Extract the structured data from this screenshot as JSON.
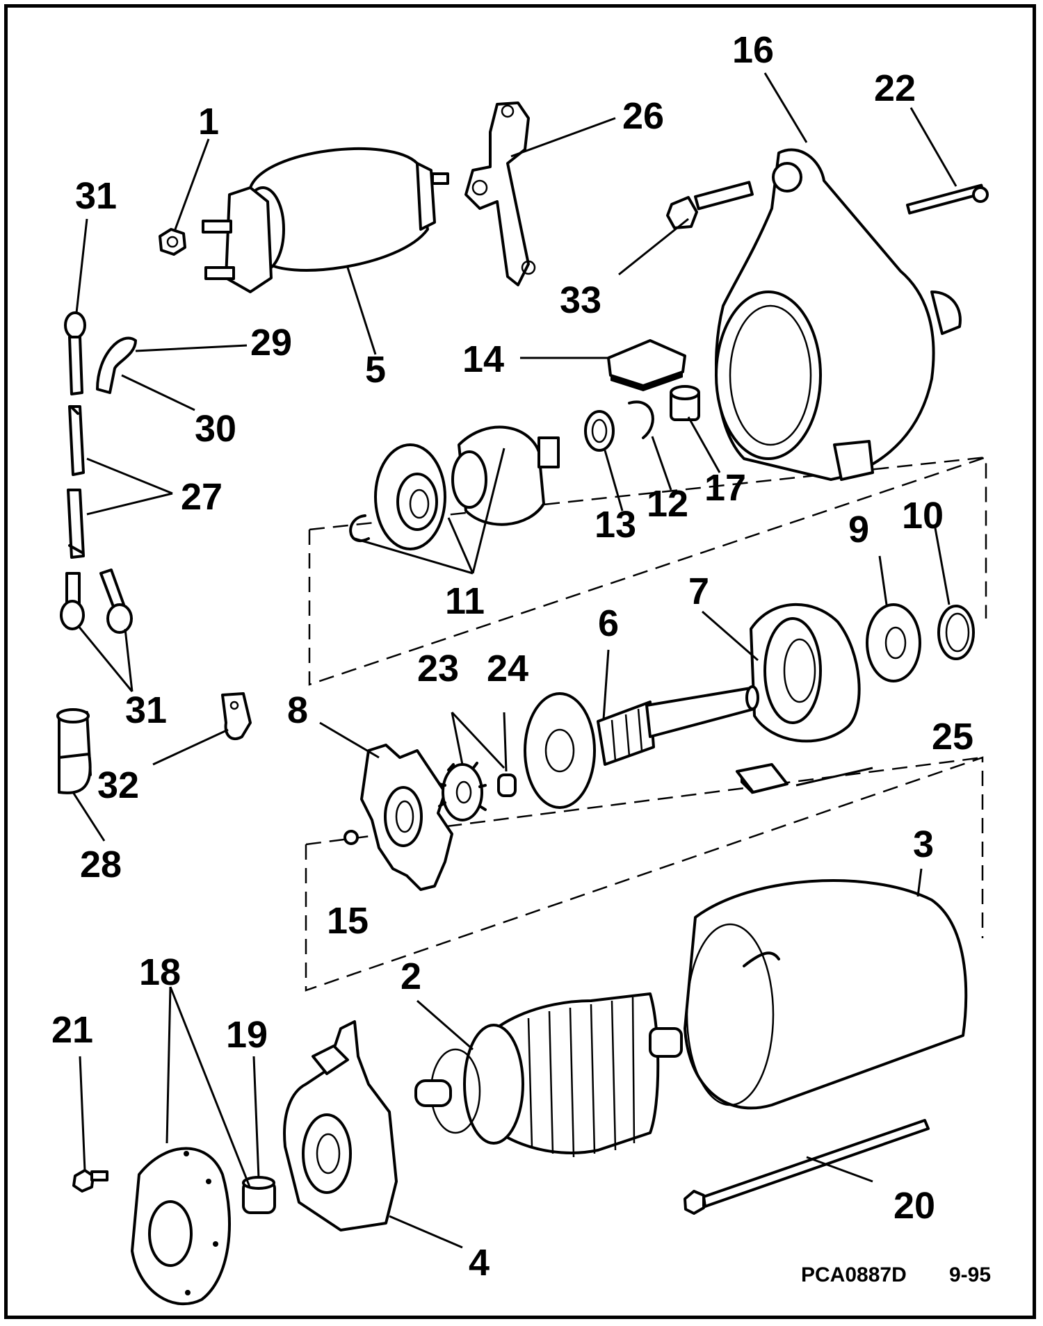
{
  "diagram": {
    "callouts": [
      "1",
      "2",
      "3",
      "4",
      "5",
      "6",
      "7",
      "8",
      "9",
      "10",
      "11",
      "12",
      "13",
      "14",
      "15",
      "16",
      "17",
      "18",
      "19",
      "20",
      "21",
      "22",
      "23",
      "24",
      "25",
      "26",
      "27",
      "28",
      "29",
      "30",
      "31",
      "31",
      "32",
      "33"
    ],
    "part_code": "PCA0887D",
    "date": "9-95"
  }
}
